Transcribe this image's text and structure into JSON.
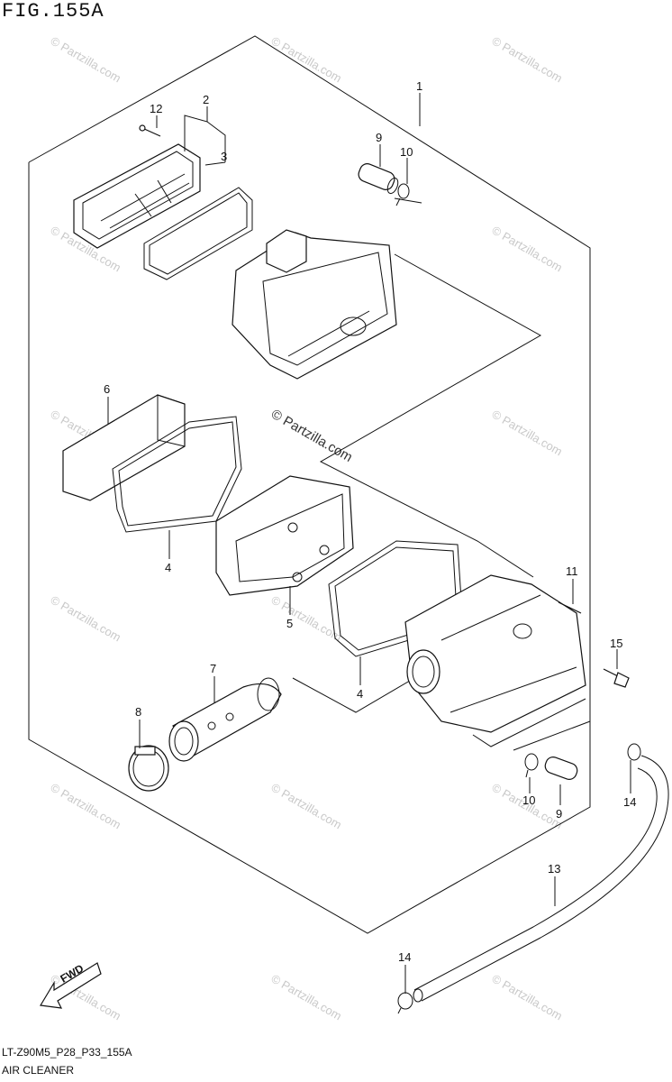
{
  "figure_title": "FIG.155A",
  "footer_code": "LT-Z90M5_P28_P33_155A",
  "footer_name": "AIR CLEANER",
  "watermark": "© Partzilla.com",
  "fwd_label": "FWD",
  "callouts": {
    "c1": "1",
    "c2": "2",
    "c3": "3",
    "c4a": "4",
    "c4b": "4",
    "c5": "5",
    "c6": "6",
    "c7": "7",
    "c8": "8",
    "c9a": "9",
    "c9b": "9",
    "c10a": "10",
    "c10b": "10",
    "c11": "11",
    "c12": "12",
    "c13": "13",
    "c14a": "14",
    "c14b": "14",
    "c15": "15"
  }
}
